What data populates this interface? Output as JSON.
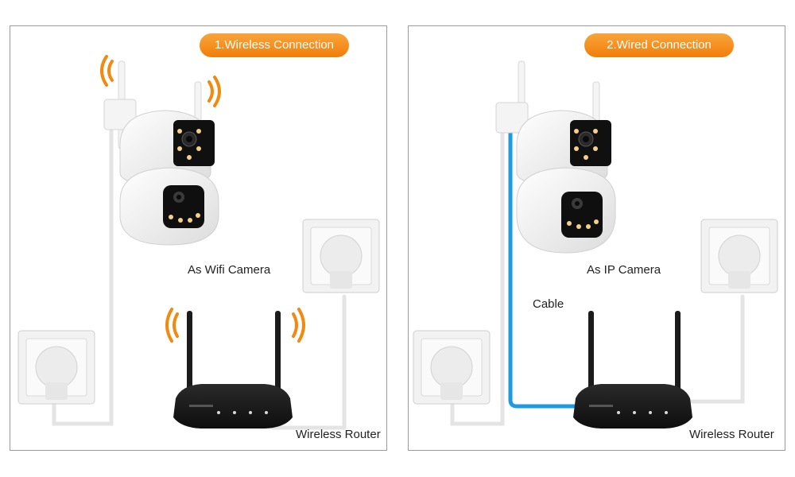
{
  "panels": {
    "left": {
      "title": "1.Wireless Connection",
      "camera_label": "As Wifi Camera",
      "router_label": "Wireless Router"
    },
    "right": {
      "title": "2.Wired Connection",
      "camera_label": "As IP Camera",
      "cable_label": "Cable",
      "router_label": "Wireless Router"
    }
  },
  "colors": {
    "title_pill": "#f28a1c",
    "wifi_waves": "#f08a10",
    "ethernet_cable": "#1e9be0",
    "power_cable": "#e4e4e4",
    "router_body": "#1b1b1b",
    "panel_border": "#9a9a9a"
  }
}
